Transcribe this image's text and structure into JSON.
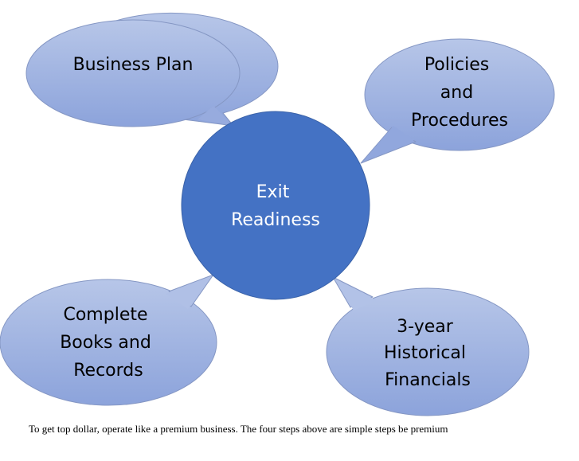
{
  "center": {
    "lines": [
      "Exit",
      "Readiness"
    ]
  },
  "callouts": {
    "business_plan": [
      "Business Plan"
    ],
    "policies": [
      "Policies",
      "and",
      "Procedures"
    ],
    "books": [
      "Complete",
      "Books and",
      "Records"
    ],
    "financials": [
      "3-year",
      "Historical",
      "Financials"
    ]
  },
  "caption": "To get top dollar, operate like a premium business. The four steps above are simple steps be premium",
  "colors": {
    "center_fill": "#4472c4",
    "callout_light": "#b4c3e6",
    "callout_dark": "#8ea5dc",
    "callout_stroke": "#8597c4"
  }
}
